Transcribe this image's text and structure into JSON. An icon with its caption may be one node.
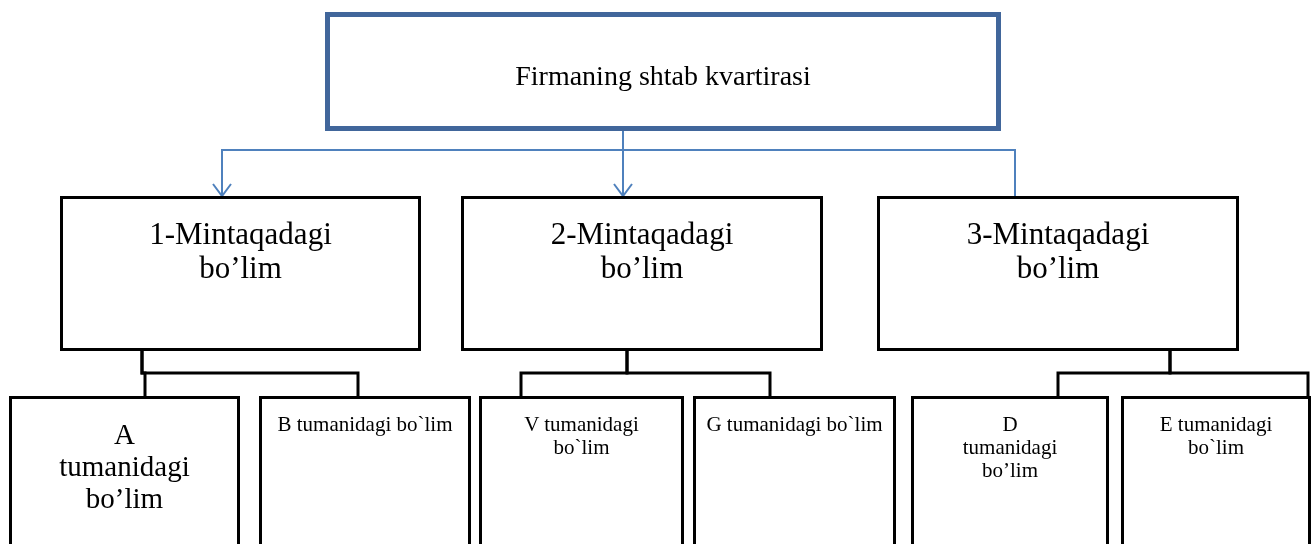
{
  "diagram": {
    "nodes": [
      {
        "text": [
          "Firmaning shtab kvartirasi"
        ]
      },
      {
        "text": [
          "1-Mintaqadagi bo’lim"
        ]
      },
      {
        "text": [
          "2-Mintaqadagi bo’lim"
        ]
      },
      {
        "text": [
          "3-Mintaqadagi bo’lim"
        ]
      },
      {
        "text": [
          "A tumanidagi bo’lim"
        ]
      },
      {
        "text": [
          "B tumanidagi bo`lim"
        ]
      },
      {
        "text": [
          "V tumanidagi bo`lim"
        ]
      },
      {
        "text": [
          "G tumanidagi bo`lim"
        ]
      },
      {
        "text": [
          "D tumanidagi bo’lim"
        ]
      },
      {
        "text": [
          "E tumanidagi bo`lim"
        ]
      }
    ],
    "edges": [
      {
        "from": 0,
        "to": 1,
        "arrow": "to",
        "color": "#4f81bd"
      },
      {
        "from": 0,
        "to": 2,
        "arrow": "to",
        "color": "#4f81bd"
      },
      {
        "from": 0,
        "to": 3,
        "arrow": "none",
        "color": "#4f81bd"
      },
      {
        "from": 1,
        "to": 4,
        "arrow": "none"
      },
      {
        "from": 1,
        "to": 5,
        "arrow": "none"
      },
      {
        "from": 2,
        "to": 6,
        "arrow": "none"
      },
      {
        "from": 2,
        "to": 7,
        "arrow": "none"
      },
      {
        "from": 3,
        "to": 8,
        "arrow": "none"
      },
      {
        "from": 3,
        "to": 9,
        "arrow": "none"
      }
    ]
  }
}
